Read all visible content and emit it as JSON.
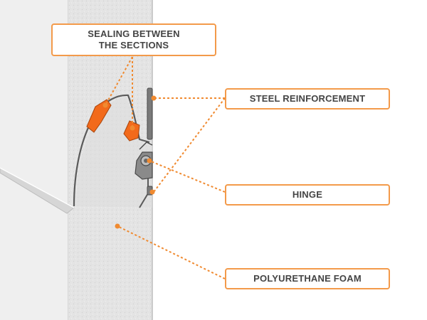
{
  "colors": {
    "accent": "#f08a30",
    "box_border": "#f39a4a",
    "leader": "#f08a30",
    "text": "#444444",
    "panel_fill": "#e6e6e6",
    "outer_panel": "#efefef",
    "seal": "#f26a1b",
    "steel": "#5a5a5a"
  },
  "labels": {
    "sealing_line1": "SEALING BETWEEN",
    "sealing_line2": "THE SECTIONS",
    "steel": "STEEL REINFORCEMENT",
    "hinge": "HINGE",
    "foam": "POLYURETHANE FOAM"
  }
}
